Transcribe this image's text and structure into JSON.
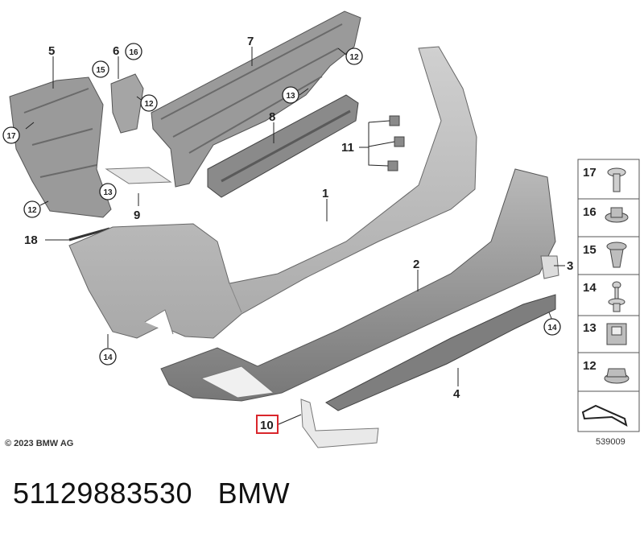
{
  "diagram": {
    "callouts": [
      {
        "id": "c5",
        "label": "5"
      },
      {
        "id": "c6",
        "label": "6"
      },
      {
        "id": "c7",
        "label": "7"
      },
      {
        "id": "c8",
        "label": "8"
      },
      {
        "id": "c9",
        "label": "9"
      },
      {
        "id": "c1",
        "label": "1"
      },
      {
        "id": "c2",
        "label": "2"
      },
      {
        "id": "c3",
        "label": "3"
      },
      {
        "id": "c4",
        "label": "4"
      },
      {
        "id": "c11",
        "label": "11"
      },
      {
        "id": "c18",
        "label": "18"
      },
      {
        "id": "c10",
        "label": "10"
      }
    ],
    "circled": [
      {
        "id": "k15",
        "label": "15"
      },
      {
        "id": "k16",
        "label": "16"
      },
      {
        "id": "k12a",
        "label": "12"
      },
      {
        "id": "k12b",
        "label": "12"
      },
      {
        "id": "k13a",
        "label": "13"
      },
      {
        "id": "k17",
        "label": "17"
      },
      {
        "id": "k13b",
        "label": "13"
      },
      {
        "id": "k12c",
        "label": "12"
      },
      {
        "id": "k14a",
        "label": "14"
      },
      {
        "id": "k14b",
        "label": "14"
      }
    ],
    "legend": [
      {
        "label": "17",
        "icon": "rivet-icon"
      },
      {
        "label": "16",
        "icon": "nut-washer-icon"
      },
      {
        "label": "15",
        "icon": "expanding-clip-icon"
      },
      {
        "label": "14",
        "icon": "push-pin-icon"
      },
      {
        "label": "13",
        "icon": "clip-nut-icon"
      },
      {
        "label": "12",
        "icon": "flange-nut-icon"
      }
    ],
    "copyright": "© 2023 BMW AG",
    "image_number": "539009",
    "highlight_color": "#d9262c"
  },
  "footer": {
    "part_number": "51129883530",
    "brand": "BMW"
  }
}
